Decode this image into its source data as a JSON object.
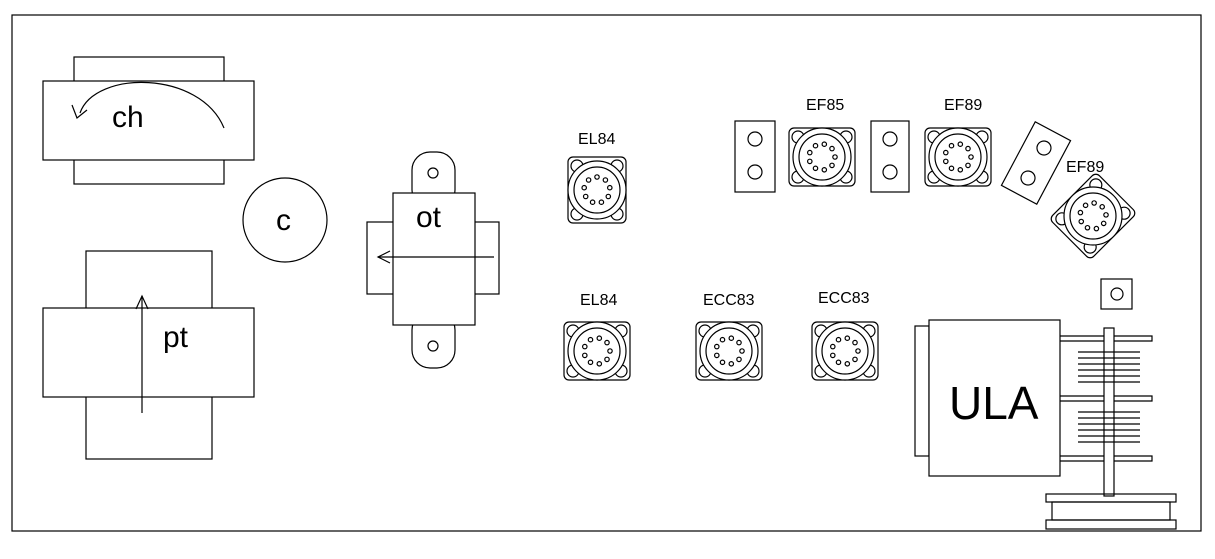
{
  "labels": {
    "choke": "ch",
    "capacitor": "c",
    "power_transformer": "pt",
    "output_transformer": "ot",
    "ula": "ULA"
  },
  "tubes": [
    {
      "id": "el84-top",
      "label": "EL84"
    },
    {
      "id": "el84-bottom",
      "label": "EL84"
    },
    {
      "id": "ecc83-left",
      "label": "ECC83"
    },
    {
      "id": "ecc83-right",
      "label": "ECC83"
    },
    {
      "id": "ef85",
      "label": "EF85"
    },
    {
      "id": "ef89-top",
      "label": "EF89"
    },
    {
      "id": "ef89-right",
      "label": "EF89"
    }
  ]
}
